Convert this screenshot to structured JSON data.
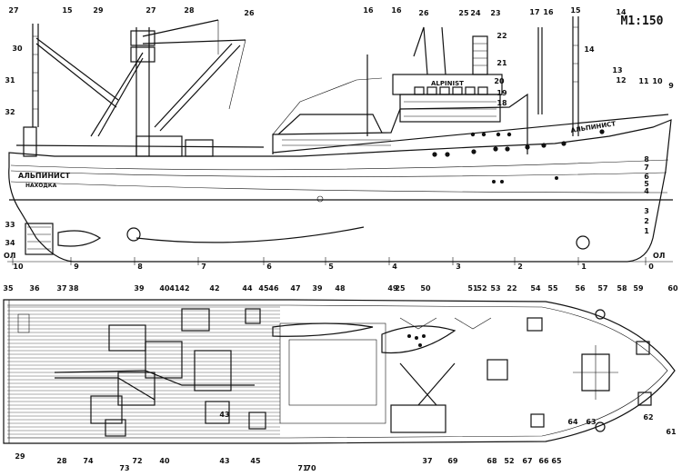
{
  "scale_label": "М1:150",
  "hull_name_bow": "АЛЬПИНИСТ",
  "hull_name_stern": "АЛЬПИНИСТ",
  "home_port": "НАХОДКА",
  "bridge_name": "ALPINIST",
  "baseline_left": "ОЛ",
  "baseline_right": "ОЛ",
  "frame_marks": [
    "10",
    "9",
    "8",
    "7",
    "6",
    "5",
    "4",
    "3",
    "2",
    "1",
    "0"
  ],
  "callouts_profile": [
    "1",
    "2",
    "3",
    "4",
    "5",
    "6",
    "7",
    "8",
    "9",
    "10",
    "11",
    "12",
    "13",
    "14",
    "14",
    "15",
    "15",
    "16",
    "16",
    "16",
    "17",
    "18",
    "19",
    "20",
    "21",
    "22",
    "23",
    "24",
    "25",
    "26",
    "26",
    "27",
    "27",
    "28",
    "29",
    "30",
    "31",
    "32",
    "33",
    "34"
  ],
  "callouts_plan": [
    "35",
    "36",
    "37",
    "38",
    "39",
    "40",
    "41",
    "42",
    "42",
    "43",
    "44",
    "45",
    "46",
    "47",
    "39",
    "48",
    "49",
    "25",
    "50",
    "51",
    "52",
    "53",
    "22",
    "54",
    "55",
    "56",
    "57",
    "58",
    "59",
    "60",
    "61",
    "62",
    "63",
    "64",
    "65",
    "66",
    "67",
    "52",
    "68",
    "69",
    "37",
    "70",
    "71",
    "45",
    "43",
    "40",
    "72",
    "73",
    "74",
    "28",
    "29"
  ]
}
